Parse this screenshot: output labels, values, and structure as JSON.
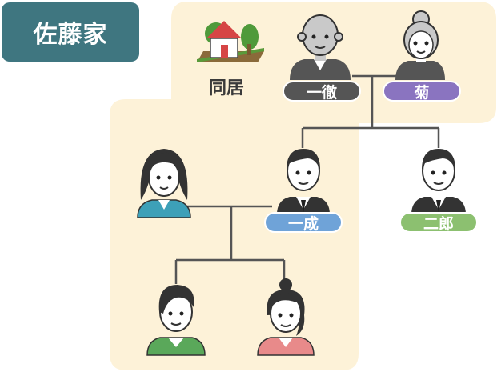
{
  "title": "佐藤家",
  "cohabitation_label": "同居",
  "colors": {
    "title_bg": "#3f7680",
    "zone_bg": "#fdf2d8",
    "line": "#555555",
    "issei": "#555555",
    "kiku": "#8a74c0",
    "kazunari": "#6fa3d8",
    "jiro": "#8cc070"
  },
  "members": {
    "grandfather": {
      "name": "一徹"
    },
    "grandmother": {
      "name": "菊"
    },
    "father": {
      "name": "一成"
    },
    "uncle": {
      "name": "二郎"
    }
  },
  "icons": [
    "house-icon",
    "grandfather-icon",
    "grandmother-icon",
    "mother-icon",
    "father-icon",
    "uncle-icon",
    "son-icon",
    "daughter-icon"
  ]
}
